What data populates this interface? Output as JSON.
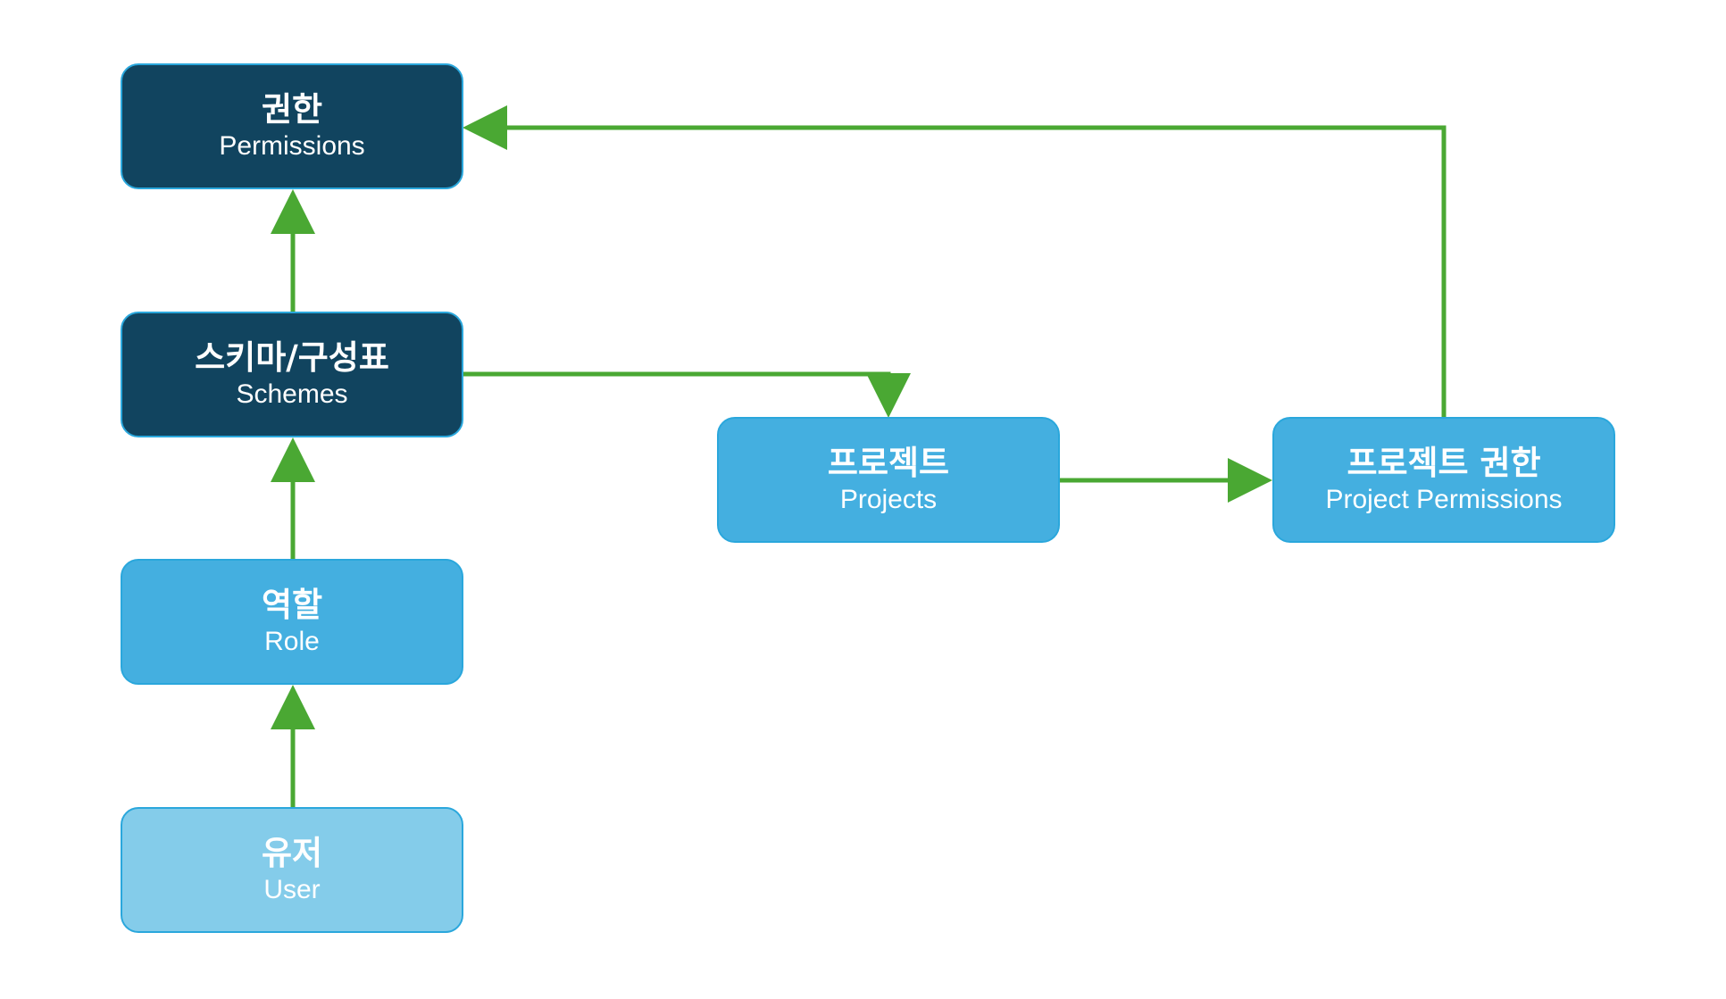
{
  "colors": {
    "arrow": "#4aa833",
    "node_dark": "#11445f",
    "node_mid": "#44afe0",
    "node_light": "#84ccea",
    "node_border": "#2aa7dc",
    "text": "#ffffff"
  },
  "nodes": {
    "permissions": {
      "ko": "권한",
      "en": "Permissions"
    },
    "schemes": {
      "ko": "스키마/구성표",
      "en": "Schemes"
    },
    "role": {
      "ko": "역할",
      "en": "Role"
    },
    "user": {
      "ko": "유저",
      "en": "User"
    },
    "projects": {
      "ko": "프로젝트",
      "en": "Projects"
    },
    "project_permissions": {
      "ko": "프로젝트 권한",
      "en": "Project Permissions"
    }
  },
  "edges": [
    {
      "from": "user",
      "to": "role"
    },
    {
      "from": "role",
      "to": "schemes"
    },
    {
      "from": "schemes",
      "to": "permissions"
    },
    {
      "from": "schemes",
      "to": "projects"
    },
    {
      "from": "projects",
      "to": "project_permissions"
    },
    {
      "from": "project_permissions",
      "to": "permissions"
    }
  ]
}
